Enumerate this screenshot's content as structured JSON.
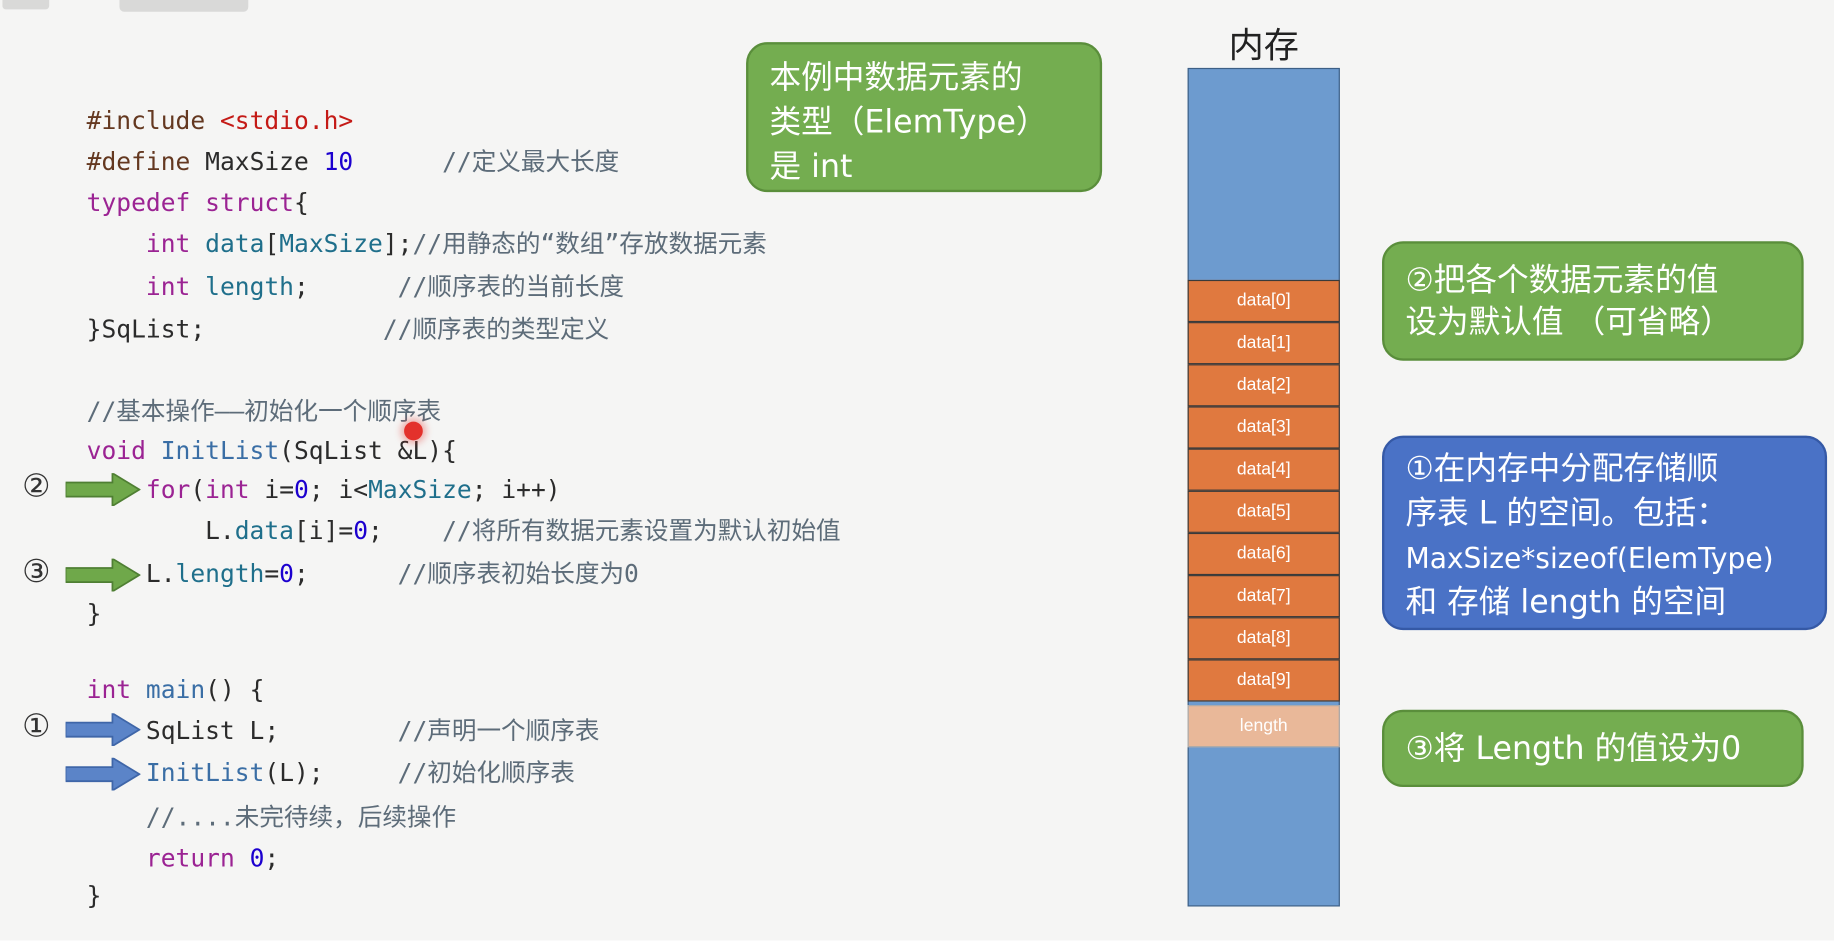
{
  "code_lines": [
    [
      {
        "t": "#include ",
        "c": "pp"
      },
      {
        "t": "<stdio.h>",
        "c": "str"
      }
    ],
    [
      {
        "t": "#define ",
        "c": "pp"
      },
      {
        "t": "MaxSize ",
        "c": "plain"
      },
      {
        "t": "10",
        "c": "num"
      },
      {
        "t": "      //定义最大长度",
        "c": "cm"
      }
    ],
    [
      {
        "t": "typedef ",
        "c": "kw"
      },
      {
        "t": "struct",
        "c": "kw"
      },
      {
        "t": "{",
        "c": "plain"
      }
    ],
    [
      {
        "t": "    ",
        "c": "plain"
      },
      {
        "t": "int ",
        "c": "kw"
      },
      {
        "t": "data",
        "c": "id"
      },
      {
        "t": "[",
        "c": "plain"
      },
      {
        "t": "MaxSize",
        "c": "id"
      },
      {
        "t": "];",
        "c": "plain"
      },
      {
        "t": "//用静态的“数组”存放数据元素",
        "c": "cm"
      }
    ],
    [
      {
        "t": "    ",
        "c": "plain"
      },
      {
        "t": "int ",
        "c": "kw"
      },
      {
        "t": "length",
        "c": "id"
      },
      {
        "t": ";",
        "c": "plain"
      },
      {
        "t": "      //顺序表的当前长度",
        "c": "cm"
      }
    ],
    [
      {
        "t": "}SqList;",
        "c": "plain"
      },
      {
        "t": "            //顺序表的类型定义",
        "c": "cm"
      }
    ],
    [],
    [
      {
        "t": "//基本操作——初始化一个顺序表",
        "c": "cm"
      }
    ],
    [
      {
        "t": "void ",
        "c": "kw"
      },
      {
        "t": "InitList",
        "c": "fn"
      },
      {
        "t": "(SqList &L){",
        "c": "plain"
      }
    ],
    [
      {
        "t": "    ",
        "c": "plain"
      },
      {
        "t": "for",
        "c": "kw"
      },
      {
        "t": "(",
        "c": "plain"
      },
      {
        "t": "int ",
        "c": "kw"
      },
      {
        "t": "i=",
        "c": "plain"
      },
      {
        "t": "0",
        "c": "num"
      },
      {
        "t": "; i<",
        "c": "plain"
      },
      {
        "t": "MaxSize",
        "c": "id"
      },
      {
        "t": "; i++)",
        "c": "plain"
      }
    ],
    [
      {
        "t": "        L.",
        "c": "plain"
      },
      {
        "t": "data",
        "c": "id"
      },
      {
        "t": "[i]=",
        "c": "plain"
      },
      {
        "t": "0",
        "c": "num"
      },
      {
        "t": ";",
        "c": "plain"
      },
      {
        "t": "    //将所有数据元素设置为默认初始值",
        "c": "cm"
      }
    ],
    [
      {
        "t": "    L.",
        "c": "plain"
      },
      {
        "t": "length",
        "c": "id"
      },
      {
        "t": "=",
        "c": "plain"
      },
      {
        "t": "0",
        "c": "num"
      },
      {
        "t": ";",
        "c": "plain"
      },
      {
        "t": "      //顺序表初始长度为0",
        "c": "cm"
      }
    ],
    [
      {
        "t": "}",
        "c": "plain"
      }
    ],
    [],
    [
      {
        "t": "int ",
        "c": "kw"
      },
      {
        "t": "main",
        "c": "fn"
      },
      {
        "t": "() {",
        "c": "plain"
      }
    ],
    [
      {
        "t": "    SqList L;",
        "c": "plain"
      },
      {
        "t": "        //声明一个顺序表",
        "c": "cm"
      }
    ],
    [
      {
        "t": "    ",
        "c": "plain"
      },
      {
        "t": "InitList",
        "c": "fn"
      },
      {
        "t": "(L);",
        "c": "plain"
      },
      {
        "t": "     //初始化顺序表",
        "c": "cm"
      }
    ],
    [
      {
        "t": "    //....未完待续，后续操作",
        "c": "cm"
      }
    ],
    [
      {
        "t": "    ",
        "c": "plain"
      },
      {
        "t": "return ",
        "c": "kw"
      },
      {
        "t": "0",
        "c": "num"
      },
      {
        "t": ";",
        "c": "plain"
      }
    ],
    [
      {
        "t": "}",
        "c": "plain"
      }
    ]
  ],
  "token_colors": {
    "kw": "#9b2393",
    "id": "#1f6f8b",
    "fn": "#3a6ea5",
    "num": "#1c00cf",
    "str": "#c41a16",
    "pp": "#643820",
    "cm": "#5d6c79",
    "plain": "#2b2b2b"
  },
  "step_markers": {
    "step2": "②",
    "step3": "③",
    "step1": "①"
  },
  "arrow_colors": {
    "green": "#6fa84a",
    "blue": "#5b84c8"
  },
  "memory": {
    "title": "内存",
    "cells": [
      "data[0]",
      "data[1]",
      "data[2]",
      "data[3]",
      "data[4]",
      "data[5]",
      "data[6]",
      "data[7]",
      "data[8]",
      "data[9]"
    ],
    "length_label": "length",
    "column_color": "#6d9bcf",
    "cell_color": "#e0793f",
    "length_color": "#e9b899"
  },
  "callouts": {
    "elemtype": {
      "lines": [
        "本例中数据元素的",
        "类型（ElemType）",
        "是 int"
      ],
      "color": "#74ad50"
    },
    "default_values": {
      "lines": [
        "②把各个数据元素的值",
        "设为默认值 （可省略）"
      ],
      "color": "#74ad50"
    },
    "allocate": {
      "lines": [
        "①在内存中分配存储顺",
        "序表 L 的空间。包括：",
        "MaxSize*sizeof(ElemType)",
        "和 存储 length 的空间"
      ],
      "color": "#4a72c6"
    },
    "length_zero": {
      "lines": [
        "③将 Length 的值设为0"
      ],
      "color": "#74ad50"
    }
  }
}
